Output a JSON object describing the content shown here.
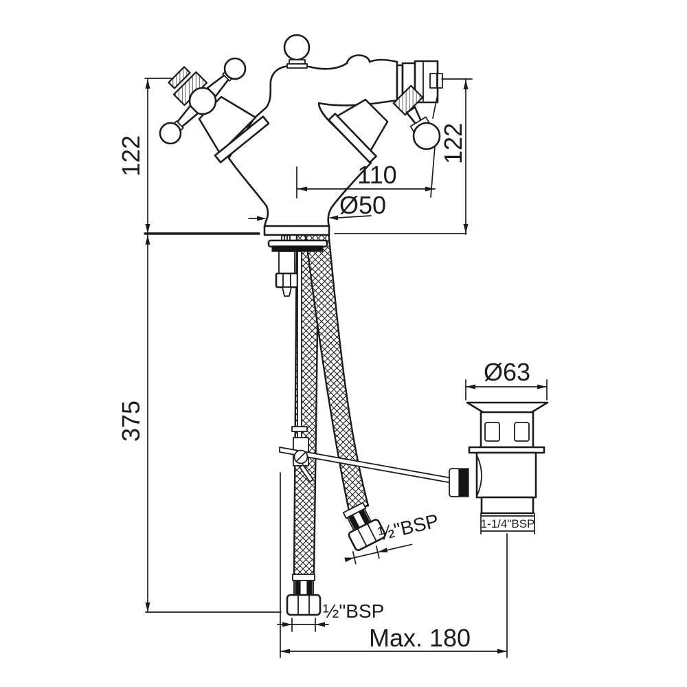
{
  "drawing": {
    "type": "technical-dimension-drawing",
    "subject": "bidet mixer tap with cross handles, flexible hoses and pop-up waste",
    "colors": {
      "line": "#1c1c1c",
      "background": "#ffffff",
      "gasket": "#141414"
    },
    "dimensions": {
      "left_height": "122",
      "right_height": "122",
      "spout_reach": "110",
      "body_base_diameter": "Ø50",
      "below_deck_length": "375",
      "waste_flange_diameter": "Ø63",
      "waste_tail_thread": "1-1/4\"BSP",
      "hose_thread_upper": "½\"BSP",
      "hose_thread_lower": "½\"BSP",
      "max_reach": "Max. 180"
    }
  }
}
